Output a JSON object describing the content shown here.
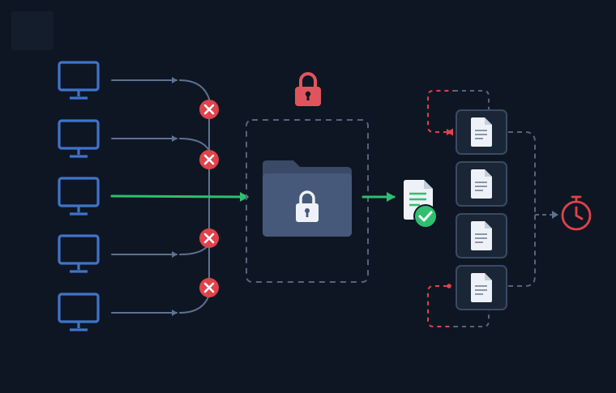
{
  "diagram": {
    "background": "#0f1623",
    "colors": {
      "monitor": "#3f74c9",
      "connector": "#5d7290",
      "allowed": "#2fbf6f",
      "blocked": "#e0434a",
      "lock": "#e0555d",
      "folder": "#46597a",
      "folder_tab": "#3a4a66",
      "doc_card": "#1a2536",
      "doc_card_border": "#3a4a63",
      "doc_page": "#eef2f8",
      "dashed_border": "#55647d",
      "timer": "#e0434a"
    },
    "clients": [
      {
        "id": "client-1",
        "access": "denied"
      },
      {
        "id": "client-2",
        "access": "denied"
      },
      {
        "id": "client-3",
        "access": "granted"
      },
      {
        "id": "client-4",
        "access": "denied"
      },
      {
        "id": "client-5",
        "access": "denied"
      }
    ],
    "icons": {
      "client": "monitor-icon",
      "denied": "x-circle-icon",
      "lock": "padlock-icon",
      "folder": "locked-folder-icon",
      "approved_document": "document-check-icon",
      "version": "document-icon",
      "timer": "stopwatch-icon"
    },
    "versions": [
      {
        "id": "version-1"
      },
      {
        "id": "version-2"
      },
      {
        "id": "version-3"
      },
      {
        "id": "version-4"
      }
    ]
  }
}
